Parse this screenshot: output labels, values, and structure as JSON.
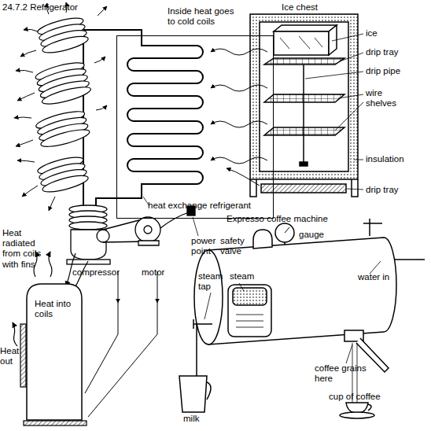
{
  "diagram": {
    "title": "24.7.2 Refrigerator",
    "nodes": [
      {
        "text": [
          "Inside heat goes to cold coils"
        ]
      },
      {
        "text": [
          "Heat into coils"
        ]
      }
    ],
    "labels": [
      "Ice chest",
      "ice",
      "drip tray",
      "drip pipe",
      "wire shelves",
      "insulation",
      "drip tray",
      "heat exchange refrigerant",
      "Heat radiated from coils with fins",
      "compressor",
      "motor",
      "power point",
      "Expresso coffee machine",
      "safety valve",
      "gauge",
      "water in",
      "steam tap",
      "steam",
      "Heat out",
      "coffee grains here",
      "milk",
      "cup of coffee"
    ]
  }
}
